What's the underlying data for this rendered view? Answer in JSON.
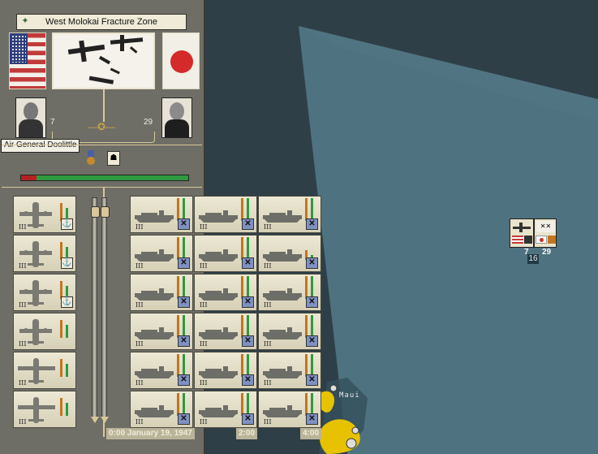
{
  "battle": {
    "location": "West Molokai Fracture Zone",
    "attacker_flag": "usa-flag",
    "defender_flag": "japan-flag",
    "attacker_leader_tooltip": "Air General Doolittle",
    "attacker_skill": "7",
    "defender_skill": "29",
    "strength_ratio": 0.09
  },
  "air_units": [
    {
      "type": "bomber",
      "rank": "III",
      "button": "anchor",
      "org": 0.75,
      "str": 0.55
    },
    {
      "type": "bomber",
      "rank": "III",
      "button": "anchor",
      "org": 0.75,
      "str": 0.55
    },
    {
      "type": "bomber",
      "rank": "III",
      "button": "anchor",
      "org": 0.75,
      "str": 0.55
    },
    {
      "type": "bomber",
      "rank": "III",
      "button": "none",
      "org": 0.75,
      "str": 0.55
    },
    {
      "type": "fighter",
      "rank": "III",
      "button": "none",
      "org": 0.75,
      "str": 0.55
    },
    {
      "type": "fighter",
      "rank": "III",
      "button": "none",
      "org": 0.75,
      "str": 0.55
    }
  ],
  "naval_units": [
    {
      "rank": "III",
      "org": 0.95,
      "str": 0.95
    },
    {
      "rank": "III",
      "org": 0.95,
      "str": 0.95
    },
    {
      "rank": "III",
      "org": 0.95,
      "str": 0.95
    },
    {
      "rank": "III",
      "org": 0.95,
      "str": 0.95
    },
    {
      "rank": "III",
      "org": 0.95,
      "str": 0.95
    },
    {
      "rank": "III",
      "org": 0.4,
      "str": 0.2
    },
    {
      "rank": "III",
      "org": 0.95,
      "str": 0.95
    },
    {
      "rank": "III",
      "org": 0.95,
      "str": 0.95
    },
    {
      "rank": "III",
      "org": 0.95,
      "str": 0.95
    },
    {
      "rank": "III",
      "org": 0.95,
      "str": 0.95
    },
    {
      "rank": "III",
      "org": 0.95,
      "str": 0.95
    },
    {
      "rank": "III",
      "org": 0.95,
      "str": 0.95
    },
    {
      "rank": "III",
      "org": 0.95,
      "str": 0.95
    },
    {
      "rank": "III",
      "org": 0.95,
      "str": 0.95
    },
    {
      "rank": "III",
      "org": 0.95,
      "str": 0.95
    },
    {
      "rank": "III",
      "org": 0.95,
      "str": 0.95
    },
    {
      "rank": "III",
      "org": 0.95,
      "str": 0.95
    },
    {
      "rank": "III",
      "org": 0.95,
      "str": 0.95
    }
  ],
  "timeline": {
    "start": "0:00 January 19, 1947",
    "mark1": "2:00",
    "mark2": "4:00"
  },
  "map": {
    "place_label": "Maui",
    "counter_left": "7",
    "counter_right": "29",
    "counter_bottom": "16"
  },
  "colors": {
    "org_bar": "#c4751e",
    "str_bar": "#2f9a3f",
    "attacker_bar": "#b22222",
    "sea_deep": "#2f3f48",
    "sea_shallow": "#4e7280",
    "land": "#e6c200"
  }
}
